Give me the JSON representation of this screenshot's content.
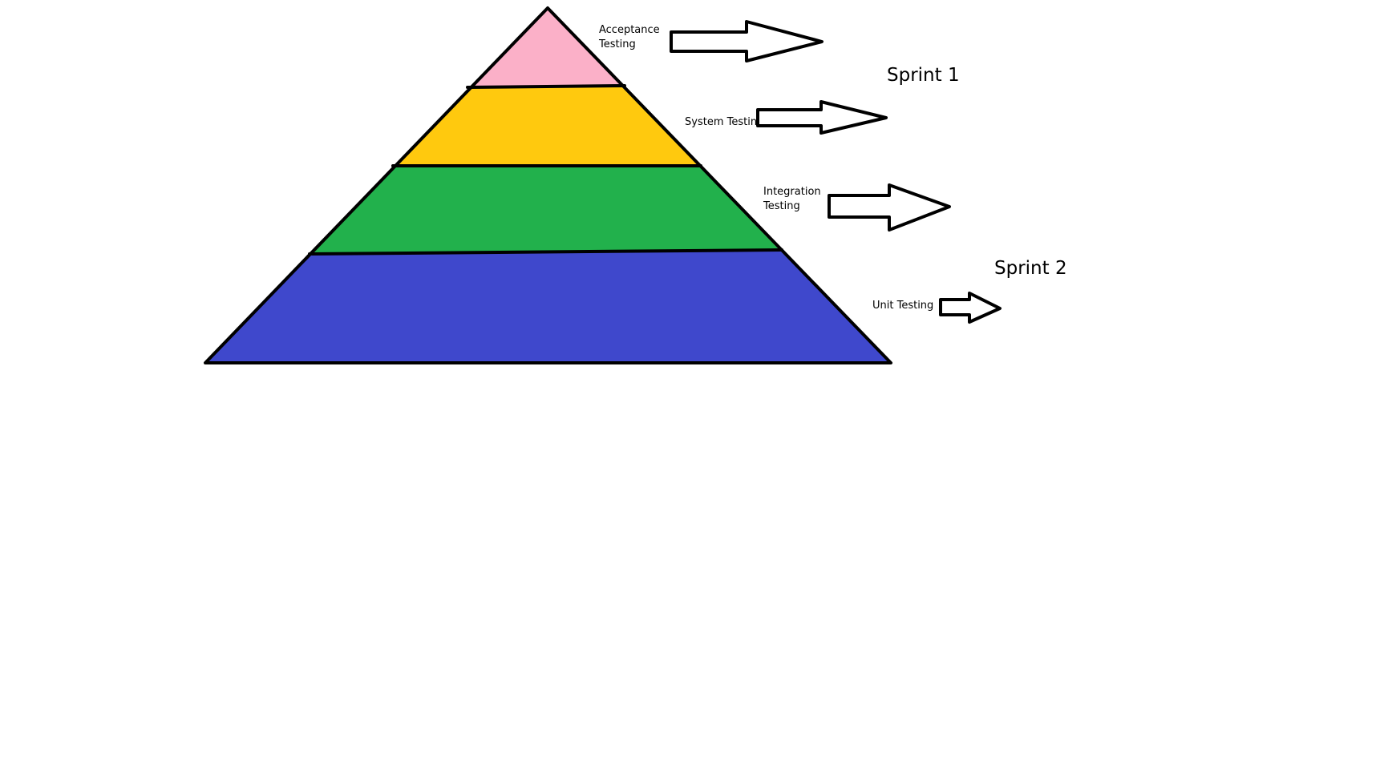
{
  "layers": [
    {
      "id": "acceptance",
      "label_lines": [
        "Acceptance",
        "Testing"
      ],
      "color": "#fbb0c8"
    },
    {
      "id": "system",
      "label_lines": [
        "System Testing"
      ],
      "color": "#ffc90e"
    },
    {
      "id": "integration",
      "label_lines": [
        "Integration",
        "Testing"
      ],
      "color": "#22b14c"
    },
    {
      "id": "unit",
      "label_lines": [
        "Unit Testing"
      ],
      "color": "#3f48cc"
    }
  ],
  "sprints": [
    {
      "label": "Sprint 1"
    },
    {
      "label": "Sprint 2"
    }
  ],
  "stroke_color": "#000000",
  "arrow_fill": "#ffffff"
}
